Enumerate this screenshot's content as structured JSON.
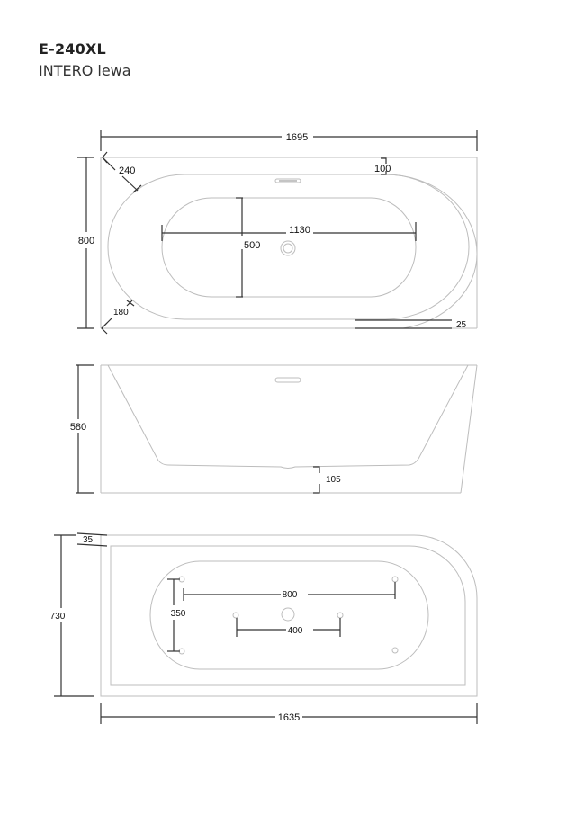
{
  "header": {
    "model": "E-240XL",
    "name": "INTERO lewa"
  },
  "views": {
    "top": {
      "total_length": "1695",
      "width": "800",
      "corner_radius_top": "240",
      "corner_radius_bottom": "180",
      "rim_offset_top": "100",
      "rim_offset_bottom": "25",
      "inner_length": "1130",
      "inner_width": "500"
    },
    "side": {
      "height": "580",
      "bottom_clearance": "105"
    },
    "bottom": {
      "width": "730",
      "wall_offset": "35",
      "feet_spacing_long": "800",
      "feet_spacing_short": "400",
      "feet_spacing_cross": "350",
      "length": "1635"
    }
  },
  "colors": {
    "outline": "#bdbdbd",
    "dimension": "#333333",
    "text": "#111111"
  }
}
